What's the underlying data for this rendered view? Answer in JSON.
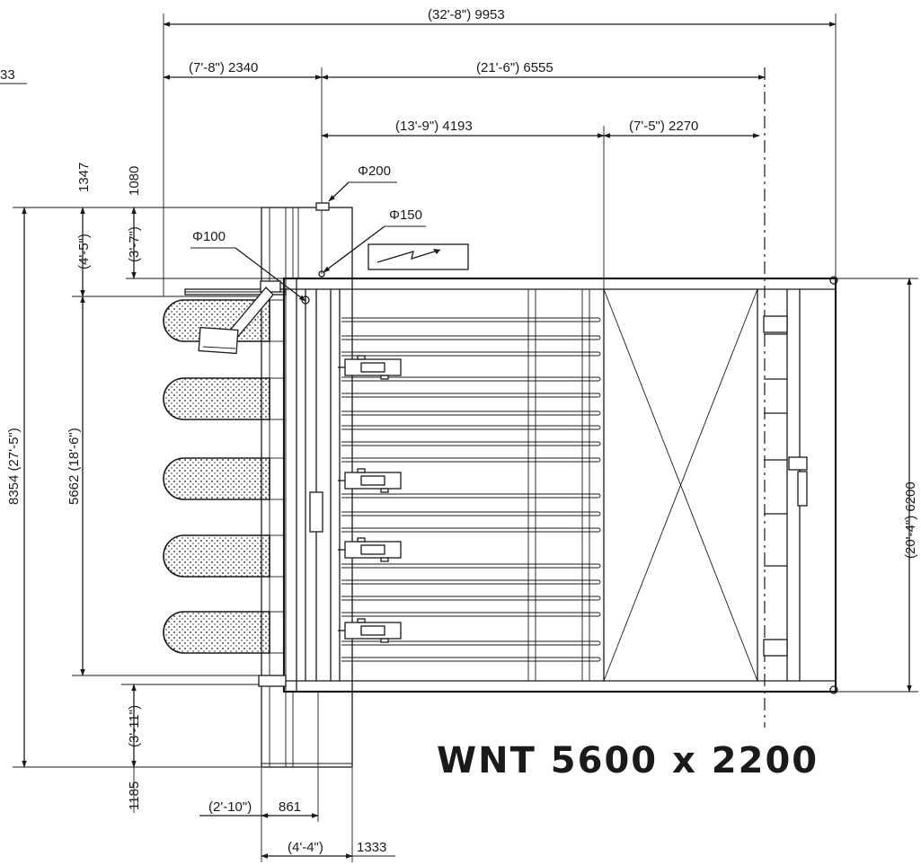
{
  "drawing": {
    "page_ref": "33",
    "title": "WNT 5600 x 2200",
    "dimensions": {
      "overall_width": "(32'-8\") 9953",
      "left_section": "(7'-8\") 2340",
      "right_section": "(21'-6\") 6555",
      "rack_length": "(13'-9\") 4193",
      "rack_gap": "(7'-5\") 2270",
      "pipe_200": "Φ200",
      "pipe_150": "Φ150",
      "pipe_100": "Φ100",
      "v_1347": "1347",
      "v_1080": "1080",
      "v_4_5": "(4'-5\")",
      "v_3_7": "(3'-7\")",
      "overall_height": "8354 (27'-5\")",
      "burner_span": "5662 (18'-6\")",
      "chamber_depth": "(20'-4\") 6200",
      "bottom_3_11": "(3'-11\")",
      "bottom_1185": "1185",
      "bottom_2_10": "(2'-10\")",
      "bottom_861": "861",
      "bottom_4_4": "(4'-4\")",
      "bottom_1333": "1333"
    }
  }
}
